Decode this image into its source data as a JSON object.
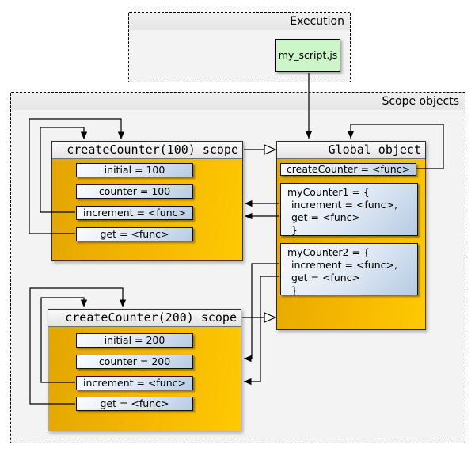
{
  "execution": {
    "title": "Execution",
    "script_node": "my_script.js"
  },
  "scope_objects": {
    "title": "Scope objects"
  },
  "boxes": {
    "counter100": {
      "title": "createCounter(100) scope",
      "entries": [
        "initial = 100",
        "counter = 100",
        "increment = <func>",
        "get = <func>"
      ]
    },
    "counter200": {
      "title": "createCounter(200) scope",
      "entries": [
        "initial = 200",
        "counter = 200",
        "increment = <func>",
        "get = <func>"
      ]
    },
    "global": {
      "title": "Global object",
      "create_counter_entry": "createCounter = <func>",
      "my_counter1_lines": [
        "myCounter1 = {",
        "increment = <func>,",
        "get = <func>",
        "}"
      ],
      "my_counter2_lines": [
        "myCounter2 = {",
        "increment = <func>,",
        "get = <func>",
        "}"
      ]
    }
  },
  "colors": {
    "scope_fill_gold": "#f5b800",
    "entry_fill_blue": "#b6cbe4",
    "script_fill_green": "#ccf6c7",
    "container_fill_gray": "#f3f3f3",
    "band_gray": "#e6e6e6",
    "line_black": "#000000"
  }
}
